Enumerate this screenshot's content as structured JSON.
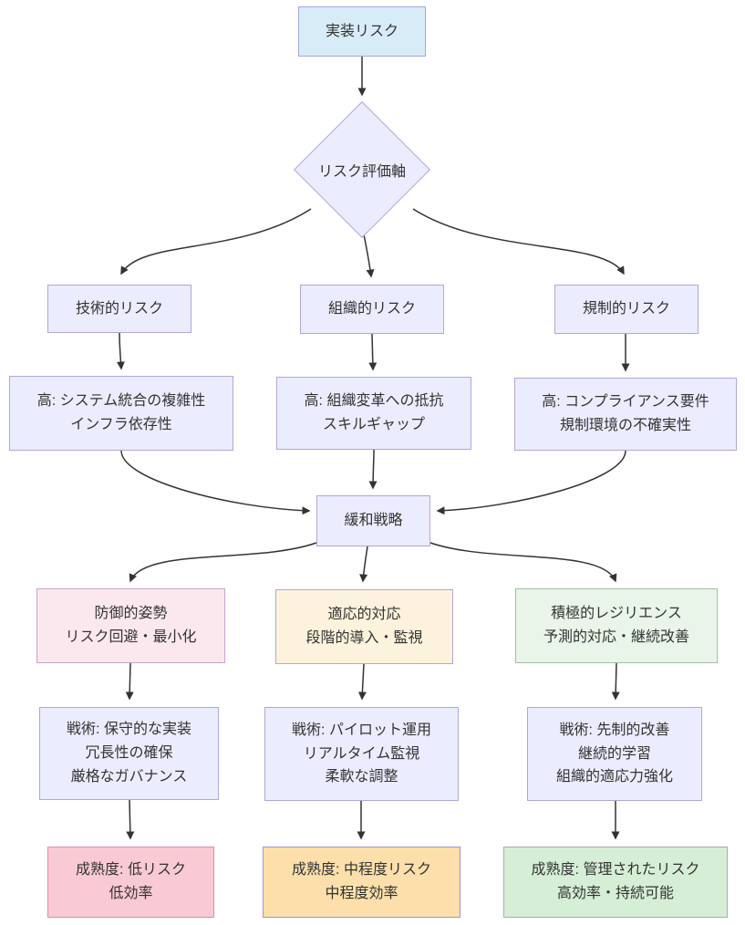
{
  "diagram": {
    "title_node": {
      "label": "実装リスク"
    },
    "decision": {
      "label": "リスク評価軸"
    },
    "mitigation": {
      "label": "緩和戦略"
    },
    "risks": [
      {
        "label": "技術的リスク",
        "detail": "高: システム統合の複雑性\nインフラ依存性"
      },
      {
        "label": "組織的リスク",
        "detail": "高: 組織変革への抵抗\nスキルギャップ"
      },
      {
        "label": "規制的リスク",
        "detail": "高: コンプライアンス要件\n規制環境の不確実性"
      }
    ],
    "strategies": [
      {
        "label": "防御的姿勢\nリスク回避・最小化",
        "tactic": "戦術: 保守的な実装\n冗長性の確保\n厳格なガバナンス",
        "maturity": "成熟度: 低リスク\n低効率"
      },
      {
        "label": "適応的対応\n段階的導入・監視",
        "tactic": "戦術: パイロット運用\nリアルタイム監視\n柔軟な調整",
        "maturity": "成熟度: 中程度リスク\n中程度効率"
      },
      {
        "label": "積極的レジリエンス\n予測的対応・継続改善",
        "tactic": "戦術: 先制的改善\n継続的学習\n組織的適応力強化",
        "maturity": "成熟度: 管理されたリスク\n高効率・持続可能"
      }
    ],
    "palette": {
      "node_default_fill": "#ececff",
      "node_default_border": "#b1a6d8",
      "root_fill": "#d8ecf8",
      "defensive_fill": "#fbe8ee",
      "adaptive_fill": "#fdf2dc",
      "proactive_fill": "#e8f5e8",
      "maturity_low_fill": "#f9cad3",
      "maturity_mid_fill": "#fcdfaa",
      "maturity_high_fill": "#d6eed6",
      "edge_color": "#333333",
      "text_color": "#333333"
    }
  }
}
